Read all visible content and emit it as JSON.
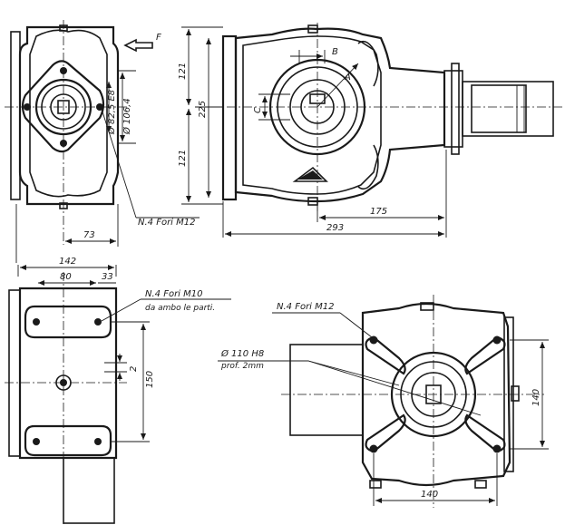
{
  "views": {
    "side_view": {
      "dim_width": "73",
      "flange_outer_dia": "Ø 106,4",
      "flange_inner_dia": "Ø 82,5 E8",
      "holes_note": "N.4 Fori M12",
      "arrow_label": "F"
    },
    "front_view": {
      "dim_top_half": "121",
      "dim_total": "225",
      "dim_bottom_half": "121",
      "dim_shaft_length": "175",
      "dim_overall_length": "293",
      "label_a": "A",
      "label_b": "B",
      "label_c": "C"
    },
    "bottom_left_view": {
      "dim_overall_width": "142",
      "dim_hole_spacing": "80",
      "dim_edge": "33",
      "dim_height": "150",
      "dim_offset": "2",
      "holes_note_line1": "N.4 Fori M10",
      "holes_note_line2": "da ambo le parti."
    },
    "bottom_right_view": {
      "holes_note": "N.4 Fori M12",
      "bore_note_line1": "Ø 110 H8",
      "bore_note_line2": "prof. 2mm",
      "dim_horizontal": "140",
      "dim_vertical": "140"
    }
  },
  "colors": {
    "line": "#1a1a1a",
    "background": "#ffffff"
  }
}
